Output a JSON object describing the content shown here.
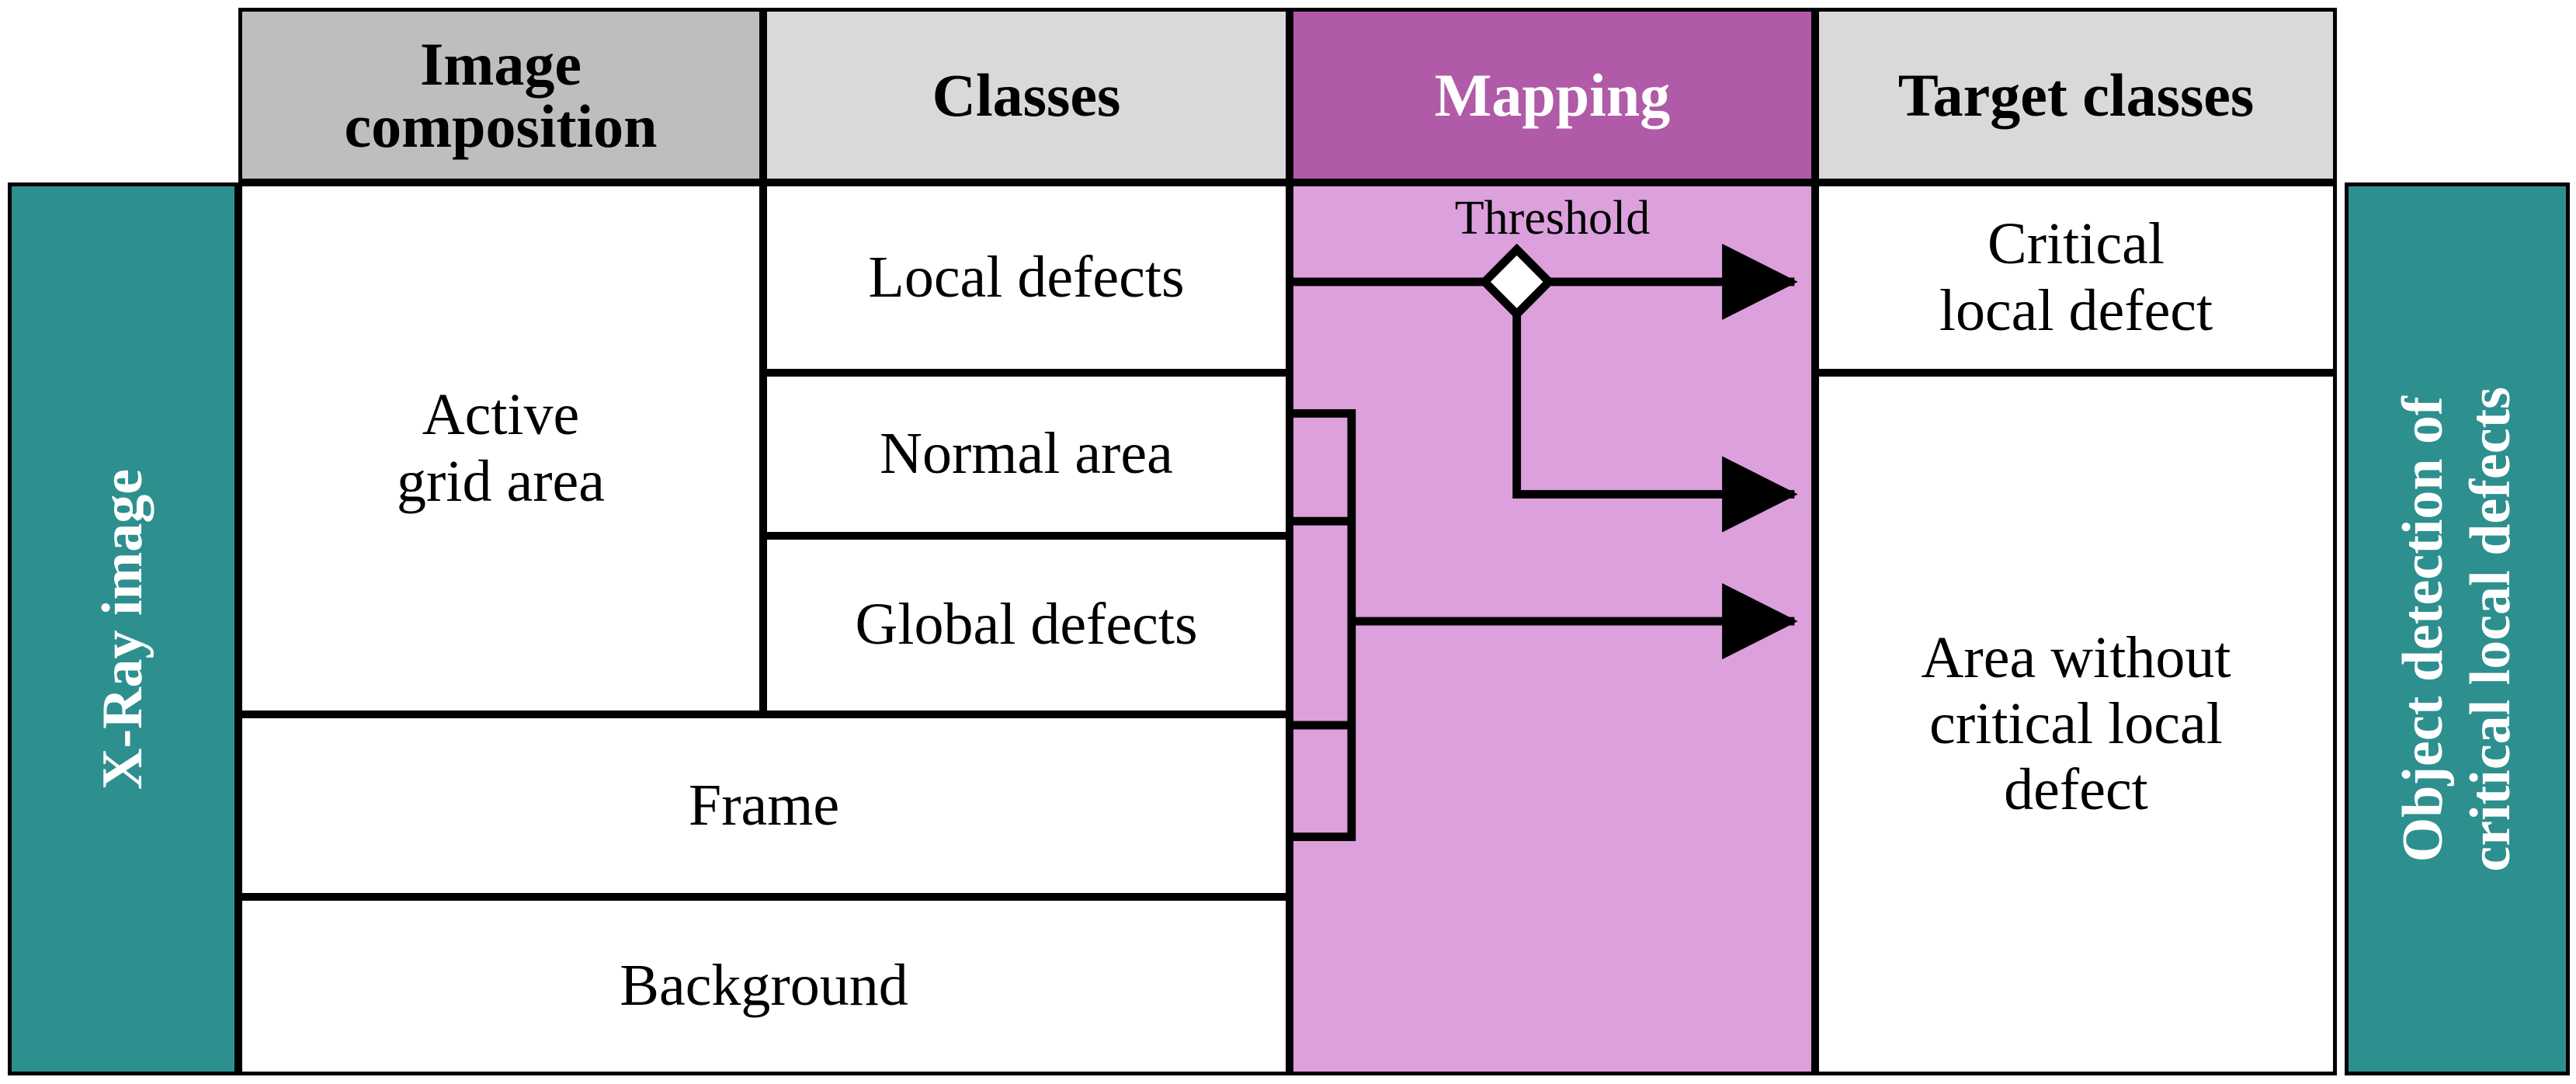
{
  "headers": {
    "image_composition": "Image\ncomposition",
    "classes": "Classes",
    "mapping": "Mapping",
    "target_classes": "Target classes"
  },
  "sidebars": {
    "left": {
      "label": "X-Ray image"
    },
    "right": {
      "line1": "Object detection of",
      "line2": "critical local defects"
    }
  },
  "image_composition": {
    "active_grid_area": "Active\ngrid area",
    "frame": "Frame",
    "background": "Background"
  },
  "classes": {
    "local_defects": "Local defects",
    "normal_area": "Normal area",
    "global_defects": "Global defects",
    "frame": "Frame",
    "background": "Background"
  },
  "mapping": {
    "threshold_label": "Threshold",
    "decision_node": "diamond-decision-node",
    "arrows": [
      {
        "name": "arrow-local-defects-to-critical",
        "source": "Local defects",
        "target": "Critical local defect"
      },
      {
        "name": "arrow-threshold-reject-to-area-without",
        "source": "Threshold (below)",
        "target": "Area without critical local defect"
      },
      {
        "name": "arrow-bracket-to-area-without",
        "source": "Normal area / Global defects / Frame / Background",
        "target": "Area without critical local defect"
      }
    ],
    "bracket_inputs": [
      "Normal area",
      "Global defects",
      "Frame",
      "Background"
    ]
  },
  "target_classes": {
    "critical_local_defect": "Critical\nlocal defect",
    "area_without_critical_local_defect": "Area without\ncritical local\ndefect"
  },
  "colors": {
    "teal": "#2e8f8f",
    "mapping_header": "#b05aa8",
    "mapping_body": "#dca0dc",
    "header_gray_dark": "#bebebe",
    "header_gray_light": "#d9d9d9",
    "line": "#000000",
    "white": "#ffffff"
  }
}
